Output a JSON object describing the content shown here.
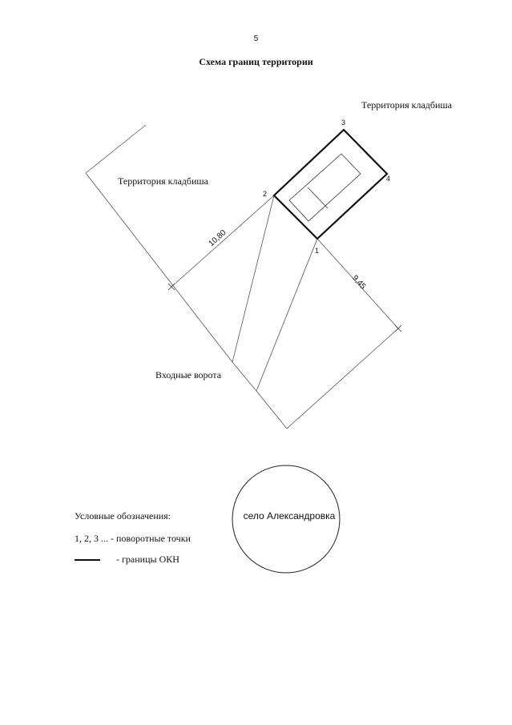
{
  "page_number": "5",
  "title": "Схема границ территории",
  "labels": {
    "territory_top_right": "Территория кладбиша",
    "territory_left": "Территория кладбиша",
    "entrance_gate": "Входные ворота",
    "village": "село Александровка"
  },
  "points": {
    "p1": "1",
    "p2": "2",
    "p3": "3",
    "p4": "4"
  },
  "dimensions": {
    "d1": "10,80",
    "d2": "9,45"
  },
  "legend": {
    "title": "Условные обозначения:",
    "points_text": "1, 2, 3 ... - поворотные точки",
    "boundary_text": "- границы ОКН"
  }
}
